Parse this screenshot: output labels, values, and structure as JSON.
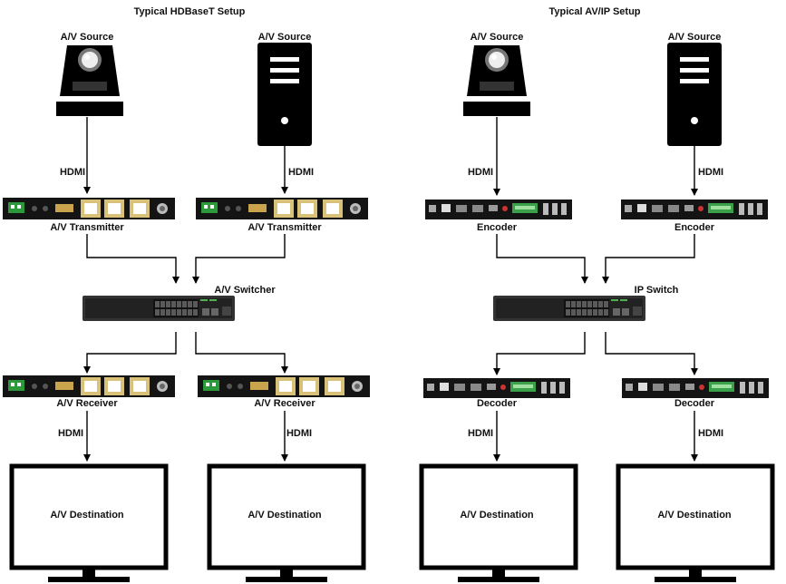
{
  "hdbaset": {
    "title": "Typical HDBaseT Setup",
    "source_left": "A/V Source",
    "source_right": "A/V Source",
    "hdmi_top_left": "HDMI",
    "hdmi_top_right": "HDMI",
    "tx_left": "A/V Transmitter",
    "tx_right": "A/V Transmitter",
    "switch": "A/V Switcher",
    "rx_left": "A/V Receiver",
    "rx_right": "A/V Receiver",
    "hdmi_bottom_left": "HDMI",
    "hdmi_bottom_right": "HDMI",
    "dest_left": "A/V Destination",
    "dest_right": "A/V Destination"
  },
  "avip": {
    "title": "Typical AV/IP Setup",
    "source_left": "A/V Source",
    "source_right": "A/V Source",
    "hdmi_top_left": "HDMI",
    "hdmi_top_right": "HDMI",
    "enc_left": "Encoder",
    "enc_right": "Encoder",
    "switch": "IP Switch",
    "dec_left": "Decoder",
    "dec_right": "Decoder",
    "hdmi_bottom_left": "HDMI",
    "hdmi_bottom_right": "HDMI",
    "dest_left": "A/V Destination",
    "dest_right": "A/V Destination"
  }
}
